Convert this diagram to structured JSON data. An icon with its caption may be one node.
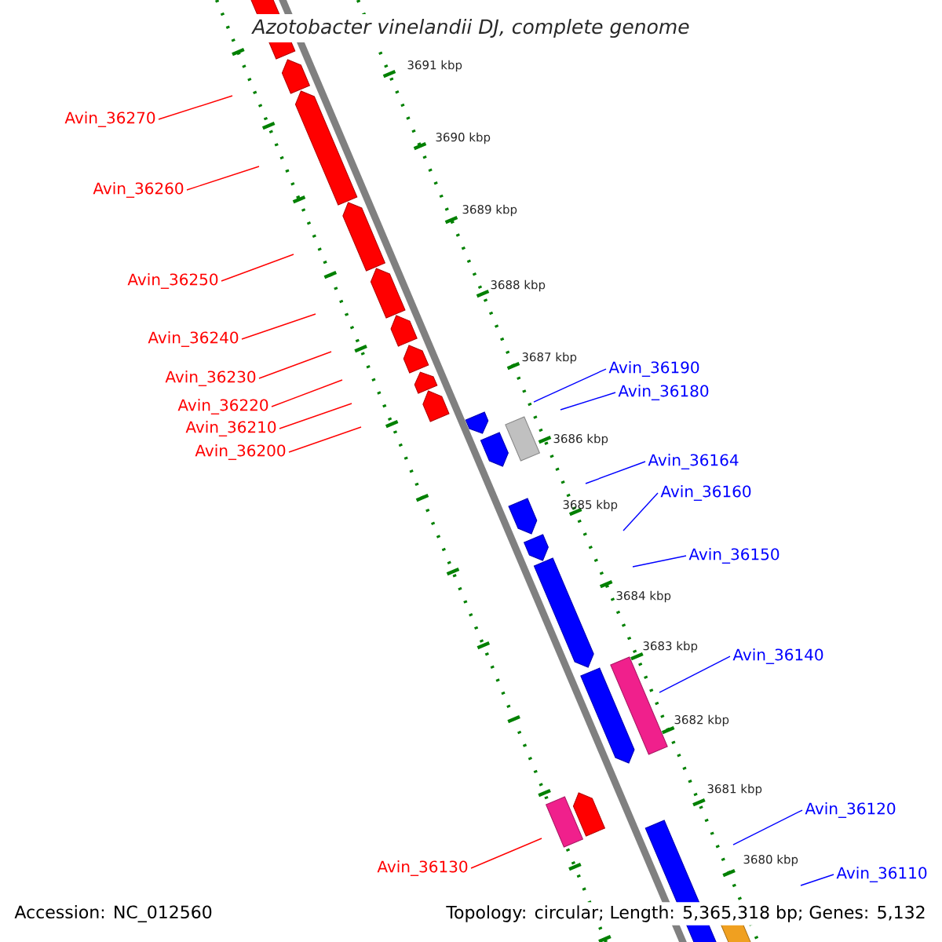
{
  "diagram": {
    "title": "Azotobacter vinelandii DJ, complete genome",
    "nodes": [
      {
        "text": [
          "Avin_36270"
        ]
      },
      {
        "text": [
          "Avin_36260"
        ]
      },
      {
        "text": [
          "Avin_36250"
        ]
      },
      {
        "text": [
          "Avin_36240"
        ]
      },
      {
        "text": [
          "Avin_36230"
        ]
      },
      {
        "text": [
          "Avin_36220"
        ]
      },
      {
        "text": [
          "Avin_36210"
        ]
      },
      {
        "text": [
          "Avin_36200"
        ]
      },
      {
        "text": [
          "Avin_36190"
        ]
      },
      {
        "text": [
          "Avin_36180"
        ]
      },
      {
        "text": [
          "Avin_36164"
        ]
      },
      {
        "text": [
          "Avin_36160"
        ]
      },
      {
        "text": [
          "Avin_36150"
        ]
      },
      {
        "text": [
          "Avin_36140"
        ]
      },
      {
        "text": [
          "Avin_36120"
        ]
      },
      {
        "text": [
          "Avin_36130"
        ]
      },
      {
        "text": [
          "Avin_36110"
        ]
      }
    ],
    "edges": [
      {
        "from": 0,
        "to": null,
        "arrow": "none",
        "color": "#ff0000"
      },
      {
        "from": 1,
        "to": null,
        "arrow": "none",
        "color": "#ff0000"
      },
      {
        "from": 2,
        "to": null,
        "arrow": "none",
        "color": "#ff0000"
      },
      {
        "from": 3,
        "to": null,
        "arrow": "none",
        "color": "#ff0000"
      },
      {
        "from": 4,
        "to": null,
        "arrow": "none",
        "color": "#ff0000"
      },
      {
        "from": 5,
        "to": null,
        "arrow": "none",
        "color": "#ff0000"
      },
      {
        "from": 6,
        "to": null,
        "arrow": "none",
        "color": "#ff0000"
      },
      {
        "from": 7,
        "to": null,
        "arrow": "none",
        "color": "#ff0000"
      },
      {
        "from": 8,
        "to": null,
        "arrow": "none",
        "color": "#0000ff"
      },
      {
        "from": 9,
        "to": null,
        "arrow": "none",
        "color": "#0000ff"
      },
      {
        "from": 10,
        "to": null,
        "arrow": "none",
        "color": "#0000ff"
      },
      {
        "from": 11,
        "to": null,
        "arrow": "none",
        "color": "#0000ff"
      },
      {
        "from": 12,
        "to": null,
        "arrow": "none",
        "color": "#0000ff"
      },
      {
        "from": 13,
        "to": null,
        "arrow": "none",
        "color": "#0000ff"
      },
      {
        "from": 14,
        "to": null,
        "arrow": "none",
        "color": "#0000ff"
      },
      {
        "from": 15,
        "to": null,
        "arrow": "none",
        "color": "#ff0000"
      },
      {
        "from": 16,
        "to": null,
        "arrow": "none",
        "color": "#0000ff"
      }
    ],
    "labels": [
      "3691 kbp",
      "3690 kbp",
      "3689 kbp",
      "3688 kbp",
      "3687 kbp",
      "3686 kbp",
      "3685 kbp",
      "3684 kbp",
      "3683 kbp",
      "3682 kbp",
      "3681 kbp",
      "3680 kbp",
      "Accession: NC_012560",
      "Topology: circular; Length: 5,365,318 bp; Genes: 5,132"
    ]
  }
}
